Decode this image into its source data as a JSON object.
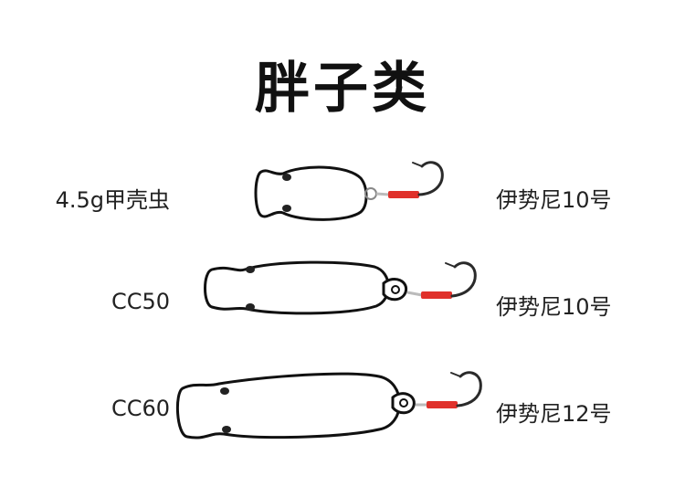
{
  "title": "胖子类",
  "rows": [
    {
      "model": "4.5g甲壳虫",
      "hook": "伊势尼10号",
      "body_color": "#ffffff",
      "tube_color": "#e0312b"
    },
    {
      "model": "CC50",
      "hook": "伊势尼10号",
      "body_color": "#ffffff",
      "tube_color": "#e0312b"
    },
    {
      "model": "CC60",
      "hook": "伊势尼12号",
      "body_color": "#ffffff",
      "tube_color": "#e0312b"
    }
  ]
}
